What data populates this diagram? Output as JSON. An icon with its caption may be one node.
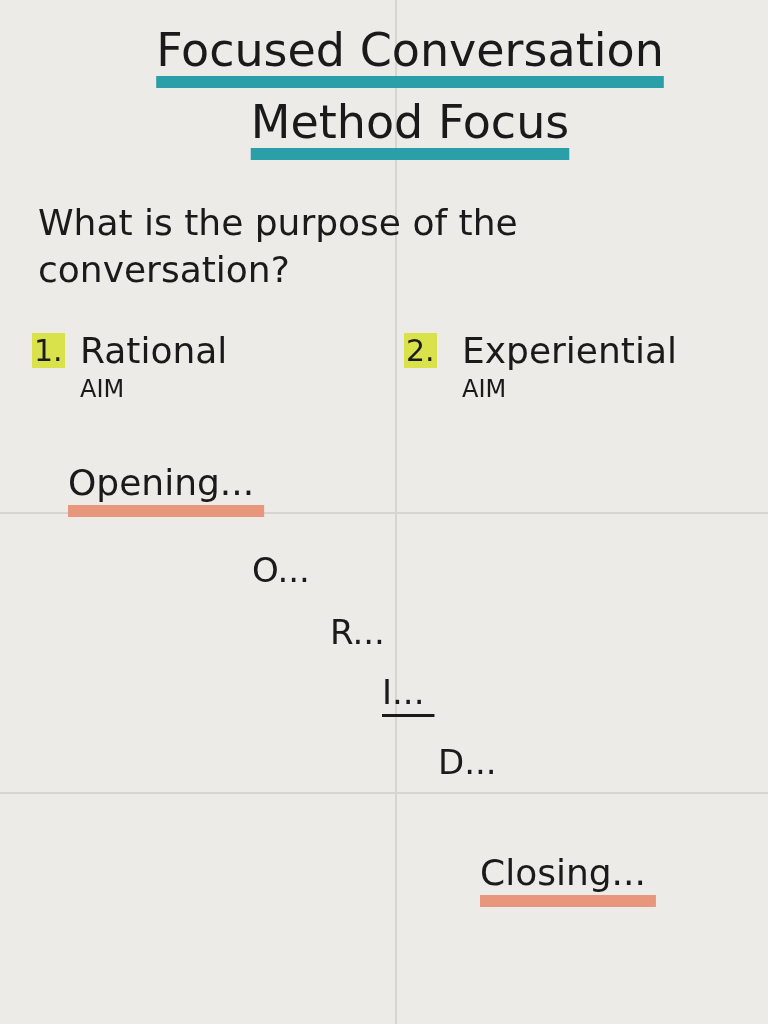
{
  "diagram": {
    "title": "Focused Conversation Method Focus",
    "labels": [
      "What is the purpose of the conversation?",
      "1.",
      "Rational",
      "AIM",
      "2.",
      "Experiential",
      "AIM",
      "Opening...",
      "O...",
      "R...",
      "I...",
      "D...",
      "Closing..."
    ]
  }
}
